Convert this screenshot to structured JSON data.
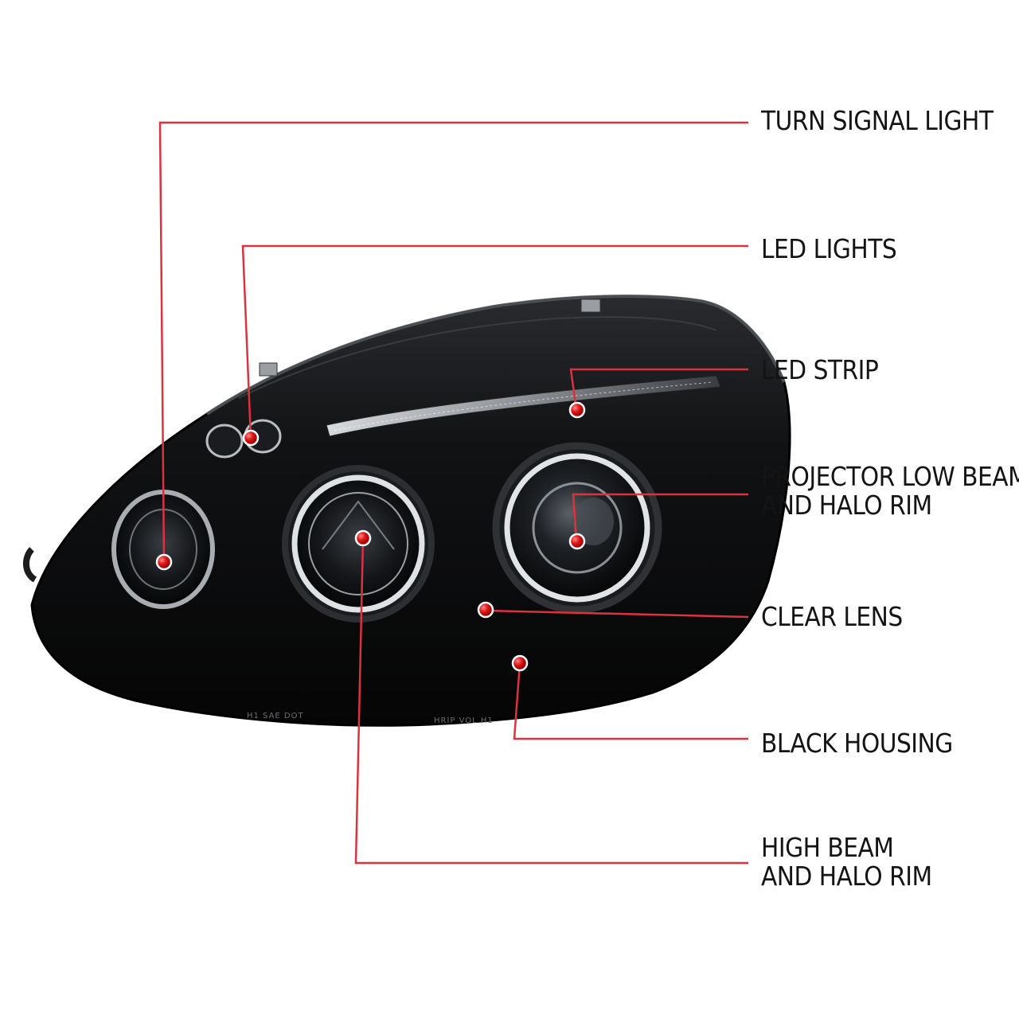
{
  "diagram": {
    "accent_color": "#d9333f",
    "dot_color": "#e01818",
    "housing_color": "#0c0c0c",
    "chrome_color": "#c9cdd2"
  },
  "callouts": [
    {
      "id": "turn-signal-light",
      "lines": [
        "TURN SIGNAL LIGHT"
      ]
    },
    {
      "id": "led-lights",
      "lines": [
        "LED LIGHTS"
      ]
    },
    {
      "id": "led-strip",
      "lines": [
        "LED STRIP"
      ]
    },
    {
      "id": "projector-low-beam",
      "lines": [
        "PROJECTOR LOW BEAM",
        "AND HALO RIM"
      ]
    },
    {
      "id": "clear-lens",
      "lines": [
        "CLEAR LENS"
      ]
    },
    {
      "id": "black-housing",
      "lines": [
        "BLACK HOUSING"
      ]
    },
    {
      "id": "high-beam",
      "lines": [
        "HIGH BEAM",
        "AND HALO RIM"
      ]
    }
  ],
  "housing_markings": [
    "H1 SAE DOT",
    "HRIP VOL H1"
  ]
}
